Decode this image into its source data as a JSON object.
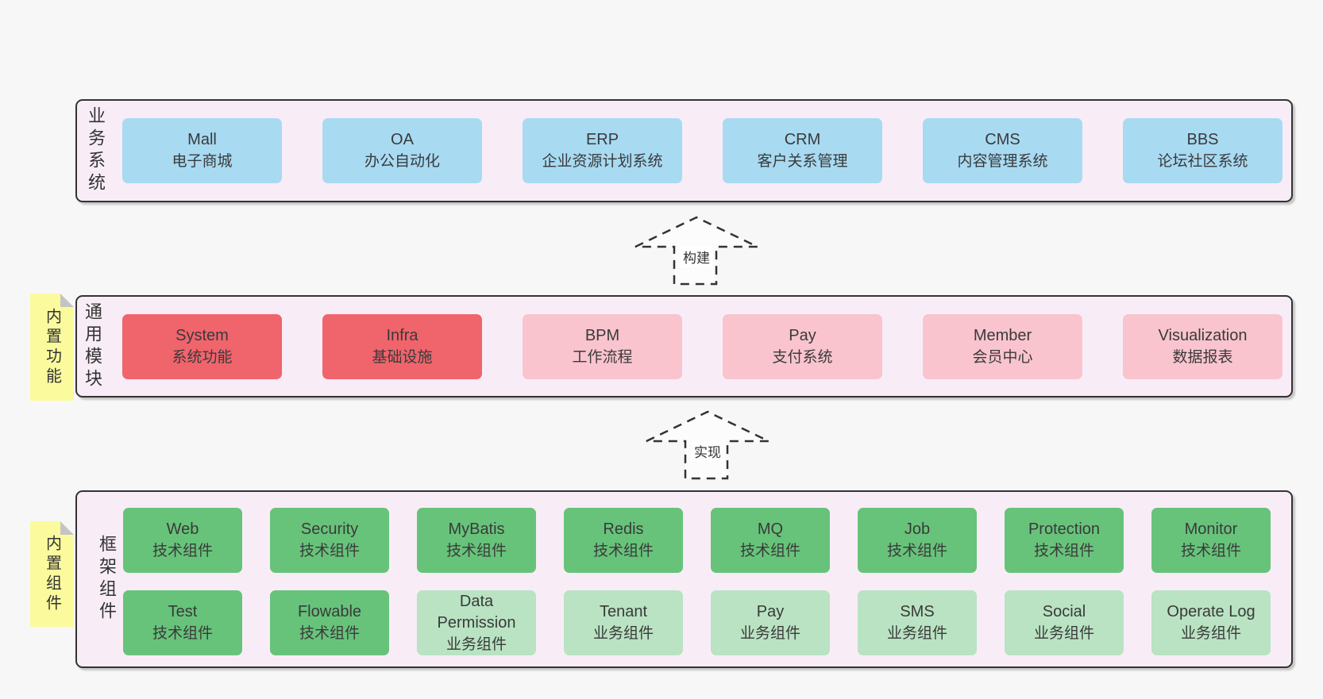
{
  "colors": {
    "page_background": "#f7f7f7",
    "container_fill": "#f8edf7",
    "container_border": "#333333",
    "box_blue": "#a8daf2",
    "box_red": "#f0646c",
    "box_pink": "#f9c4ce",
    "box_green": "#67c37a",
    "box_green_light": "#b9e3c2",
    "sticky_yellow": "#fbfb9e",
    "sticky_fold_gray": "#c4c4c4",
    "text": "#3a3a3a"
  },
  "sections": {
    "business": {
      "label": "业务系统",
      "boxes": [
        {
          "title": "Mall",
          "subtitle": "电子商城"
        },
        {
          "title": "OA",
          "subtitle": "办公自动化"
        },
        {
          "title": "ERP",
          "subtitle": "企业资源计划系统"
        },
        {
          "title": "CRM",
          "subtitle": "客户关系管理"
        },
        {
          "title": "CMS",
          "subtitle": "内容管理系统"
        },
        {
          "title": "BBS",
          "subtitle": "论坛社区系统"
        }
      ]
    },
    "modules": {
      "label": "通用模块",
      "sticky": "内置功能",
      "boxes": [
        {
          "title": "System",
          "subtitle": "系统功能"
        },
        {
          "title": "Infra",
          "subtitle": "基础设施"
        },
        {
          "title": "BPM",
          "subtitle": "工作流程"
        },
        {
          "title": "Pay",
          "subtitle": "支付系统"
        },
        {
          "title": "Member",
          "subtitle": "会员中心"
        },
        {
          "title": "Visualization",
          "subtitle": "数据报表"
        }
      ]
    },
    "framework": {
      "label": "框架组件",
      "sticky": "内置组件",
      "row1": [
        {
          "title": "Web",
          "subtitle": "技术组件"
        },
        {
          "title": "Security",
          "subtitle": "技术组件"
        },
        {
          "title": "MyBatis",
          "subtitle": "技术组件"
        },
        {
          "title": "Redis",
          "subtitle": "技术组件"
        },
        {
          "title": "MQ",
          "subtitle": "技术组件"
        },
        {
          "title": "Job",
          "subtitle": "技术组件"
        },
        {
          "title": "Protection",
          "subtitle": "技术组件"
        },
        {
          "title": "Monitor",
          "subtitle": "技术组件"
        }
      ],
      "row2": [
        {
          "title": "Test",
          "subtitle": "技术组件"
        },
        {
          "title": "Flowable",
          "subtitle": "技术组件"
        },
        {
          "title": "Data Permission",
          "subtitle": "业务组件"
        },
        {
          "title": "Tenant",
          "subtitle": "业务组件"
        },
        {
          "title": "Pay",
          "subtitle": "业务组件"
        },
        {
          "title": "SMS",
          "subtitle": "业务组件"
        },
        {
          "title": "Social",
          "subtitle": "业务组件"
        },
        {
          "title": "Operate Log",
          "subtitle": "业务组件"
        }
      ]
    }
  },
  "arrows": {
    "build": {
      "label": "构建"
    },
    "implement": {
      "label": "实现"
    }
  }
}
